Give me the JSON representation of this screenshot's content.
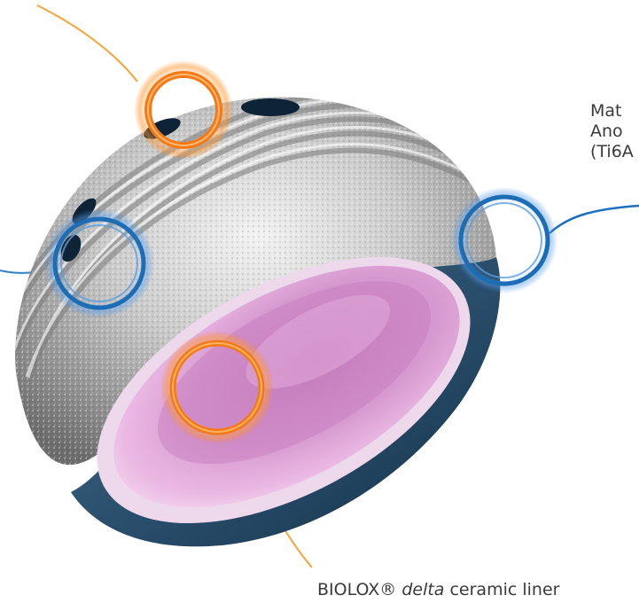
{
  "callouts": {
    "right_label": {
      "line1": "Mat",
      "line2": "Ano",
      "line3": "(Ti6A"
    },
    "bottom_label": {
      "prefix": "BIOLOX",
      "registered": "®",
      "italic": "delta",
      "suffix": "ceramic liner"
    }
  },
  "colors": {
    "orange_accent": "#f47a17",
    "blue_accent": "#1d6db5",
    "liner_pink": "#d89ad3",
    "shell_blue": "#1f3f5c",
    "titanium_gray": "#a9a9a9"
  },
  "icons": {
    "highlight_circle": "ring-highlight"
  }
}
